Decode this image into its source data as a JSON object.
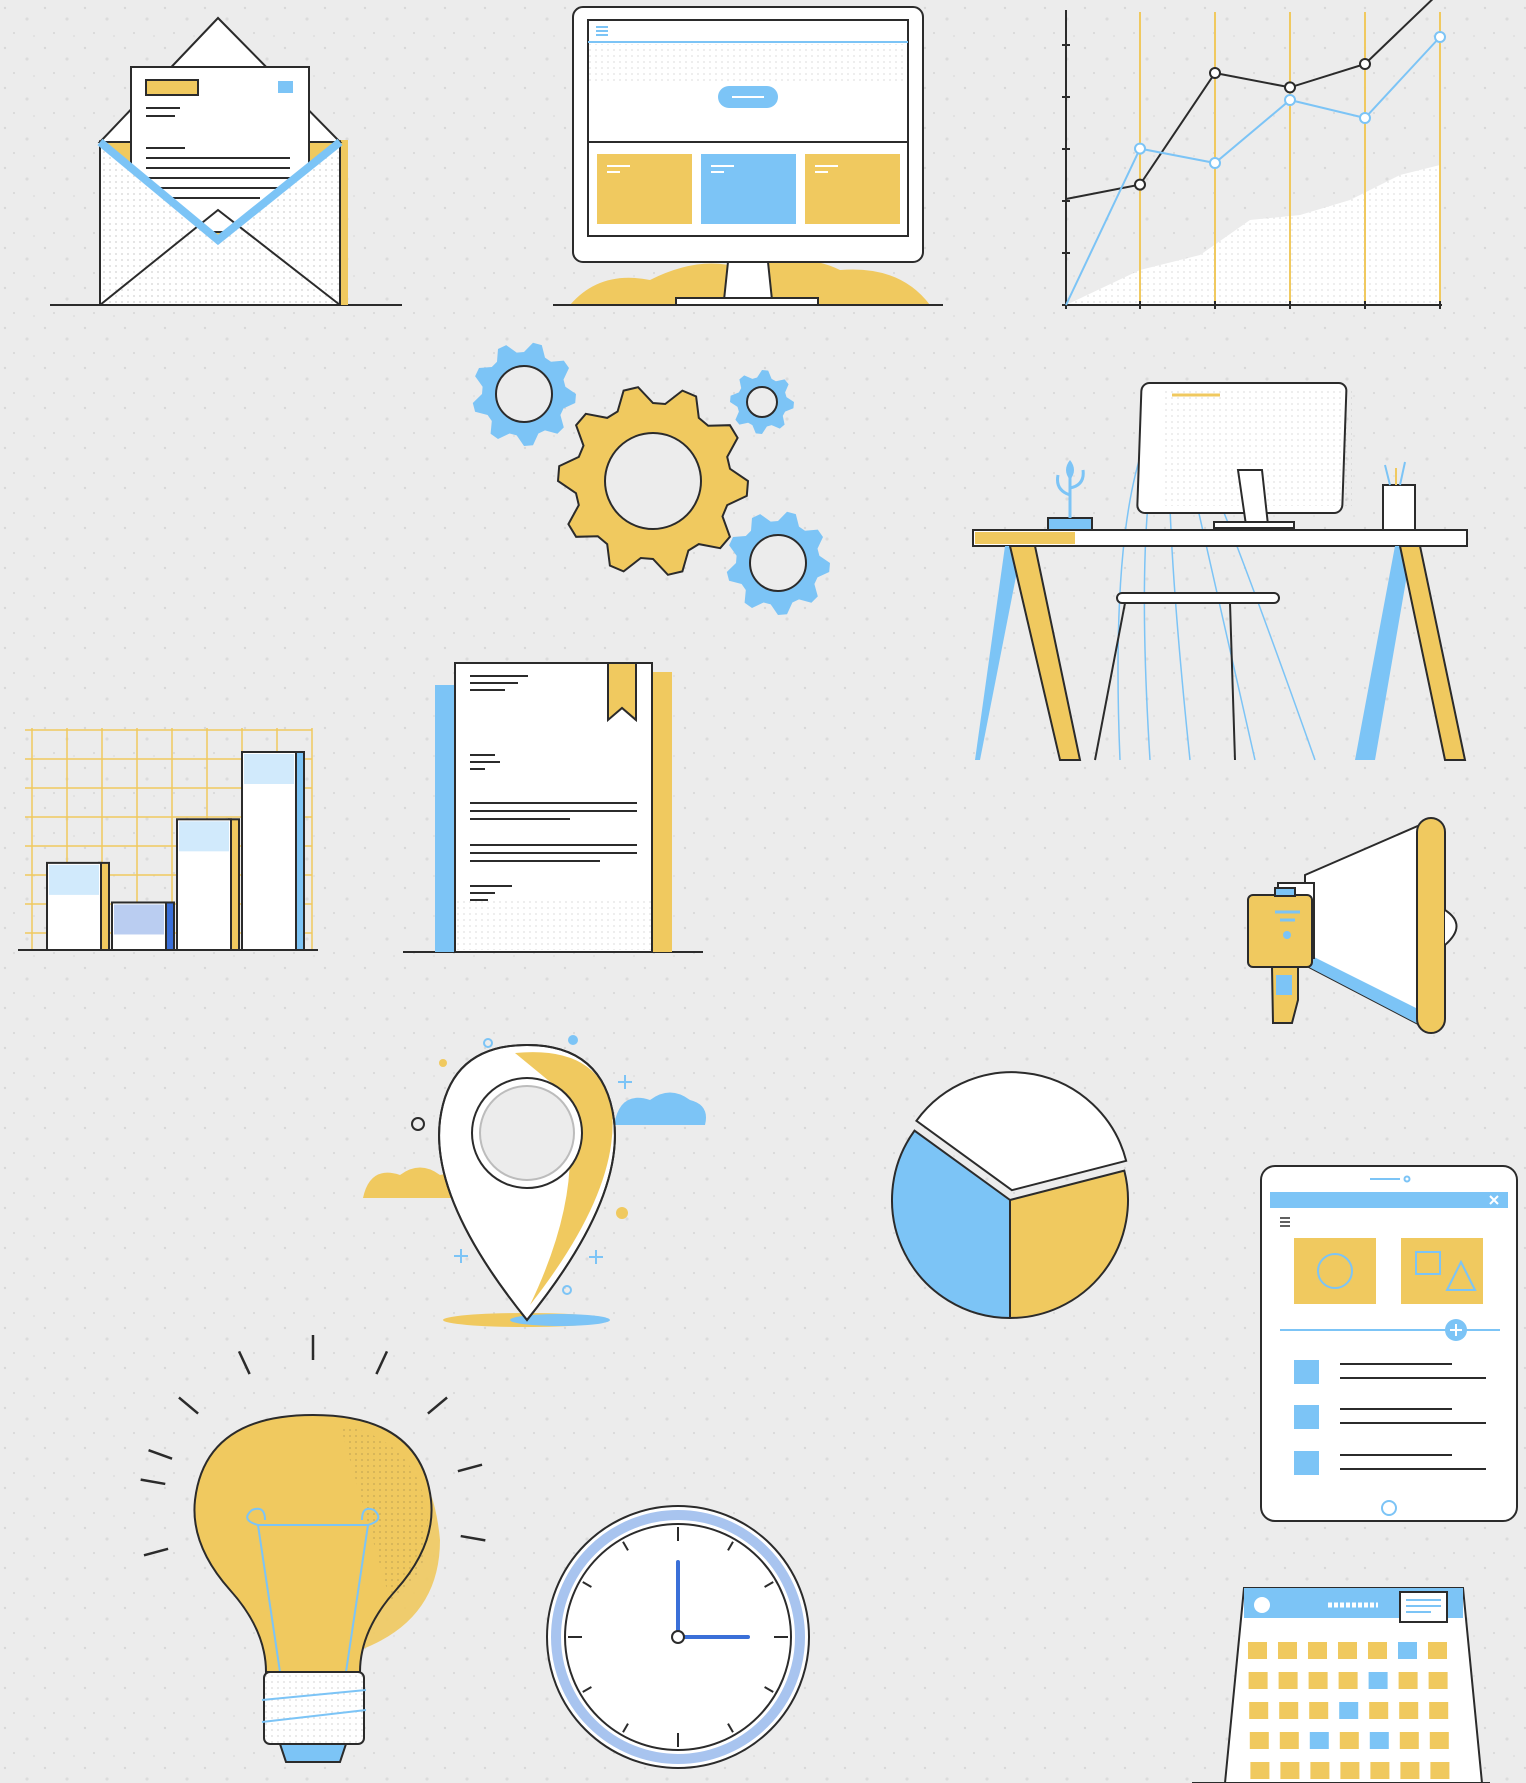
{
  "colors": {
    "background": "#ececec",
    "outline": "#2b2b2b",
    "yellow": "#f0c95f",
    "blue": "#7cc4f6",
    "dark_blue": "#3a6fd8",
    "white": "#ffffff"
  },
  "illustrations": [
    {
      "name": "envelope-icon"
    },
    {
      "name": "desktop-monitor-icon"
    },
    {
      "name": "line-chart-icon"
    },
    {
      "name": "gears-icon"
    },
    {
      "name": "workspace-desk-icon"
    },
    {
      "name": "bar-chart-icon"
    },
    {
      "name": "document-icon"
    },
    {
      "name": "megaphone-icon"
    },
    {
      "name": "location-pin-icon"
    },
    {
      "name": "pie-chart-icon"
    },
    {
      "name": "tablet-icon"
    },
    {
      "name": "light-bulb-icon"
    },
    {
      "name": "clock-icon"
    },
    {
      "name": "calendar-icon"
    }
  ],
  "line_chart": {
    "series": [
      {
        "color": "#2b2b2b",
        "values": [
          0.3,
          0.38,
          1.0,
          0.92,
          1.05,
          1.45
        ]
      },
      {
        "color": "#7cc4f6",
        "values": [
          0.0,
          0.58,
          0.5,
          0.85,
          0.75,
          1.2
        ]
      }
    ]
  },
  "bar_chart": {
    "values": [
      0.44,
      0.24,
      0.66,
      1.0
    ]
  },
  "pie_chart": {
    "slices": [
      {
        "color": "#ffffff",
        "value": 0.36
      },
      {
        "color": "#f0c95f",
        "value": 0.29
      },
      {
        "color": "#7cc4f6",
        "value": 0.35
      }
    ]
  },
  "clock": {
    "hour": 3,
    "minute": 0
  }
}
